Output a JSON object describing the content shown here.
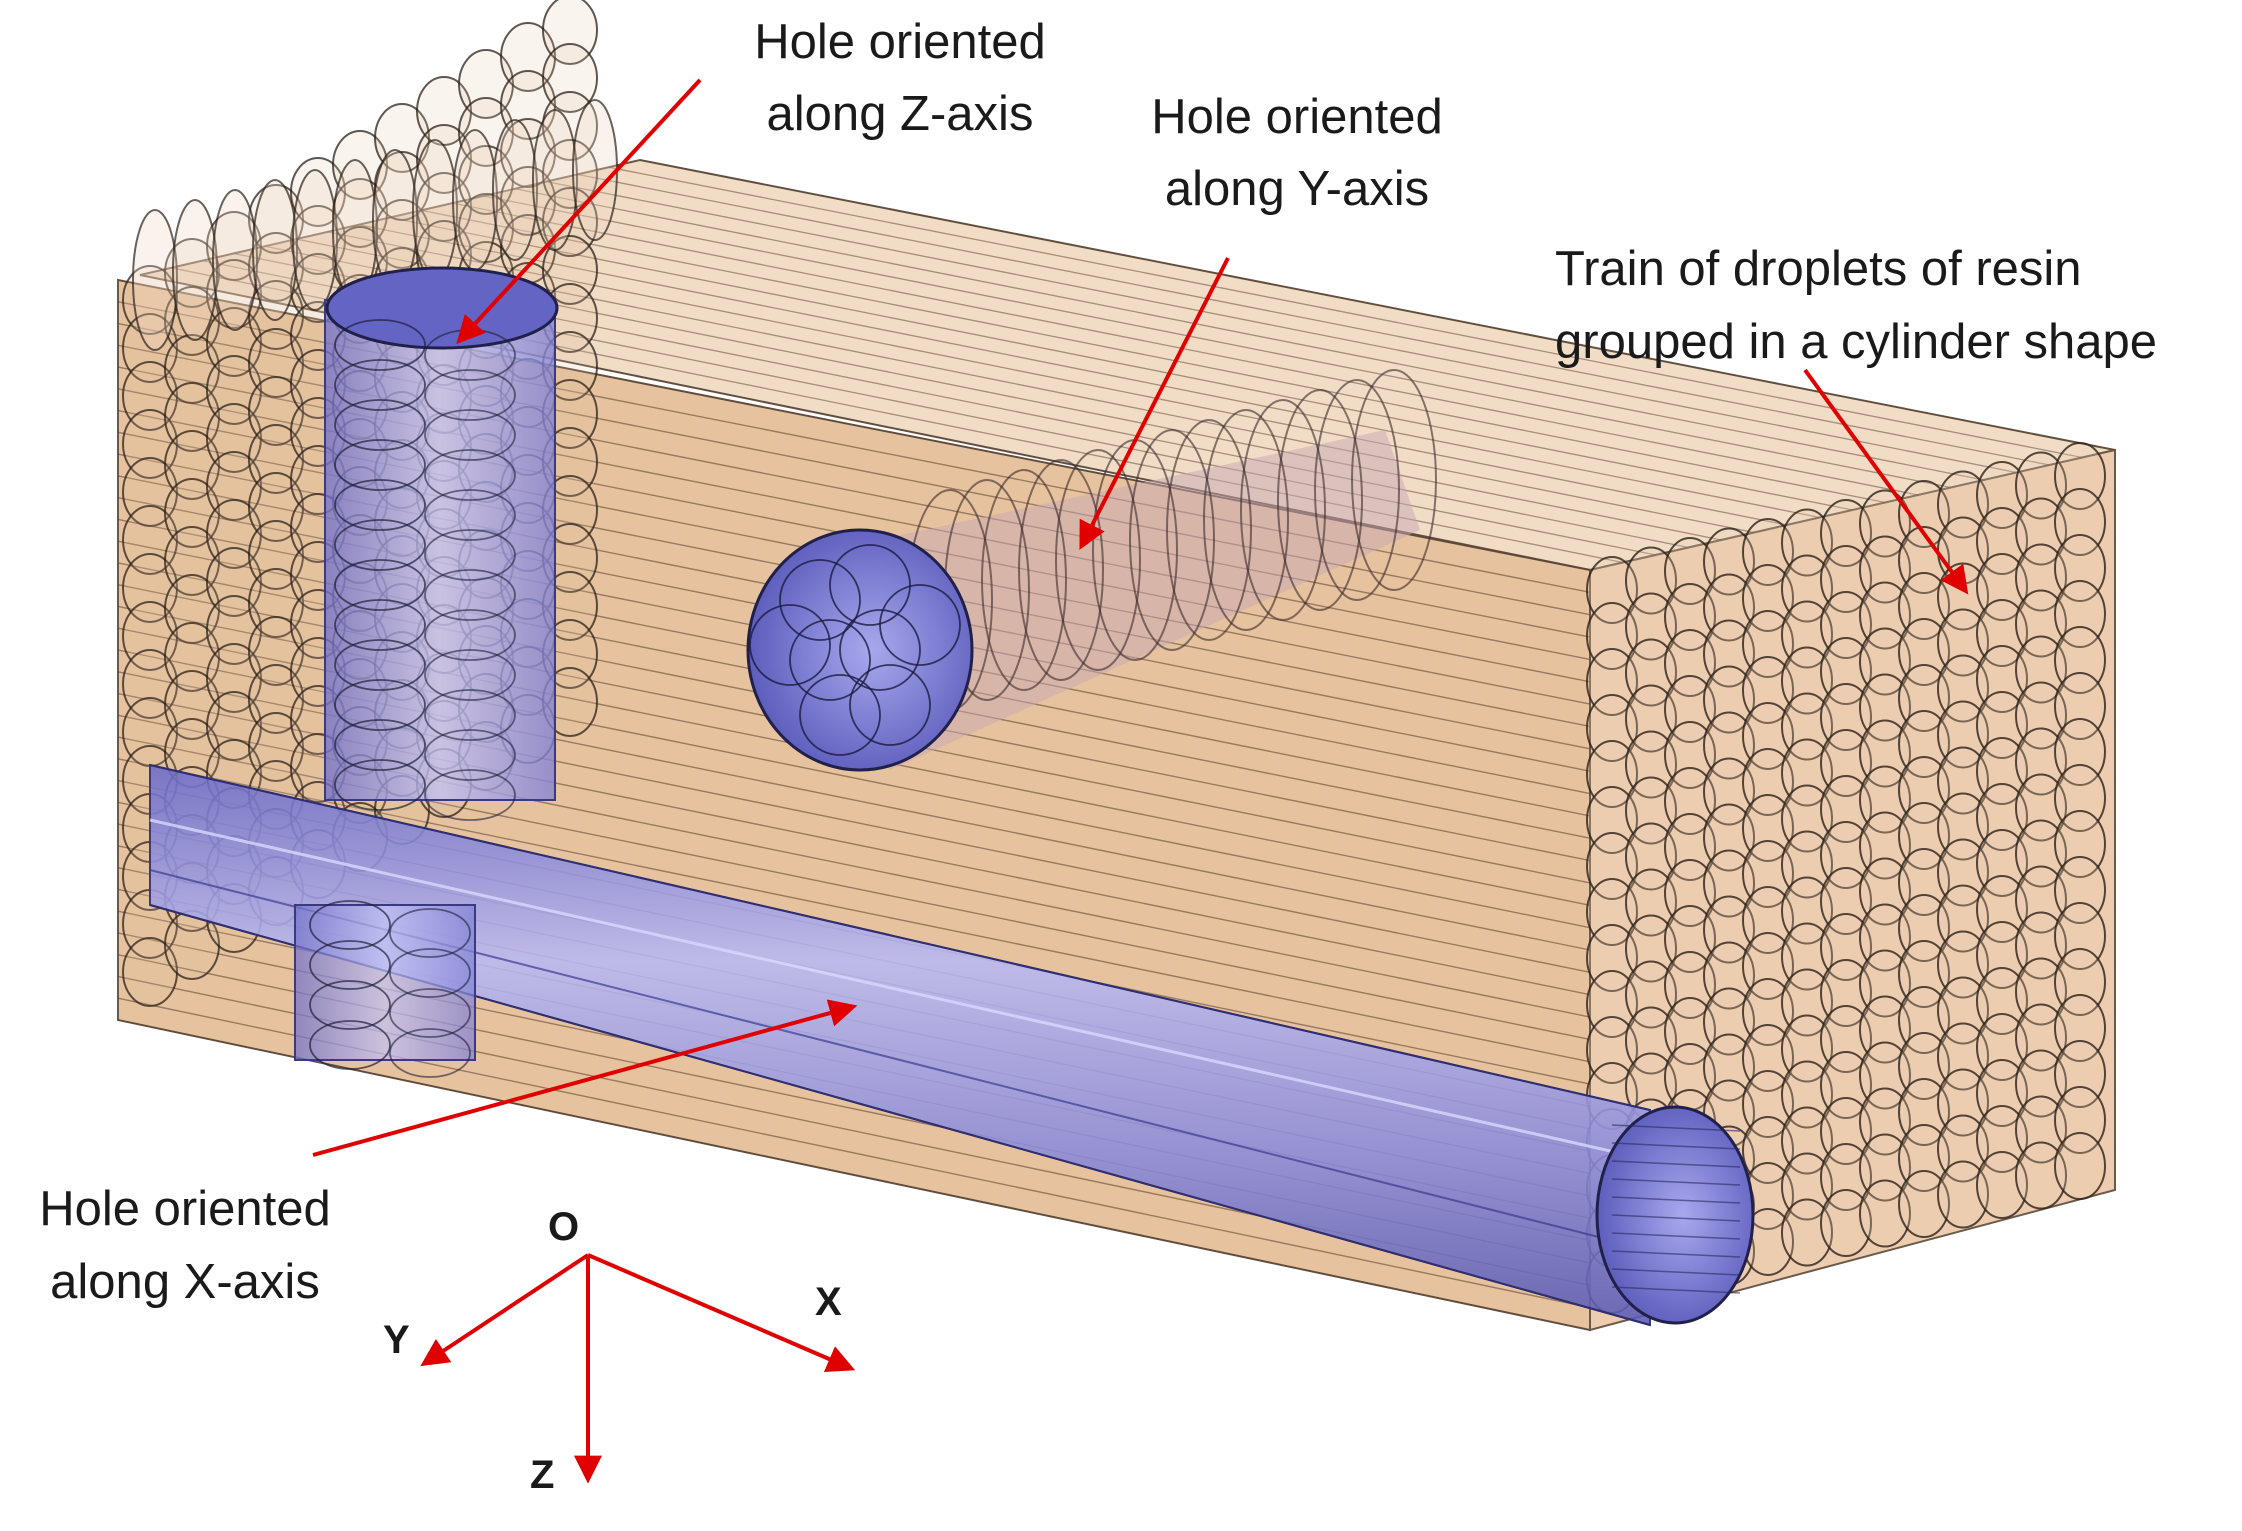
{
  "annotations": {
    "z_hole": {
      "line1": "Hole oriented",
      "line2": "along Z-axis"
    },
    "y_hole": {
      "line1": "Hole oriented",
      "line2": "along Y-axis"
    },
    "x_hole": {
      "line1": "Hole oriented",
      "line2": "along X-axis"
    },
    "droplets": {
      "line1": "Train of droplets of resin",
      "line2": "grouped in a cylinder shape"
    }
  },
  "axes": {
    "origin": "O",
    "x": "X",
    "y": "Y",
    "z": "Z"
  },
  "colors": {
    "resin_fill": "#e7c3a0",
    "resin_edge": "#2a2018",
    "hole_fill": "#8f8fe0",
    "hole_dark": "#4a4aa8",
    "arrow": "#e00000"
  }
}
